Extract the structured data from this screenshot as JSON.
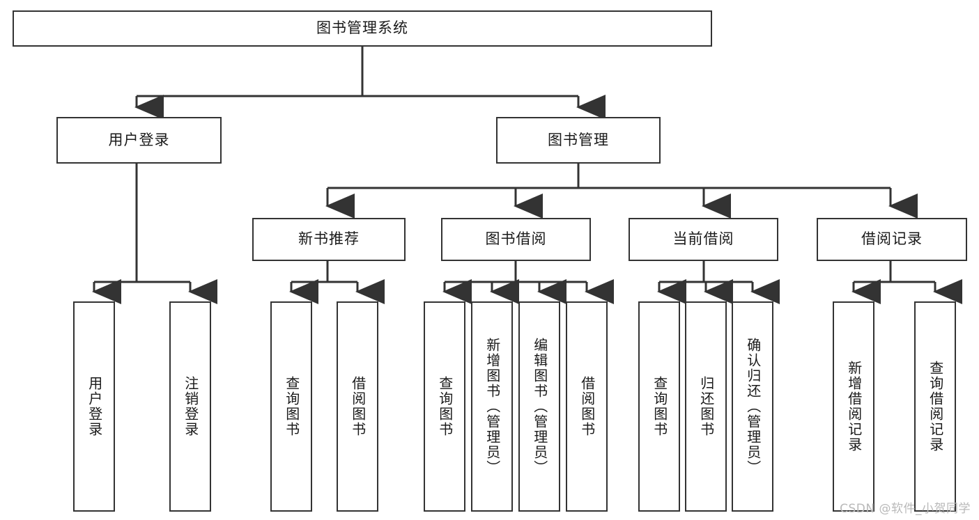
{
  "diagram": {
    "title": "图书管理系统",
    "type": "hierarchy-tree",
    "colors": {
      "box_border": "#333333",
      "box_fill": "#ffffff",
      "connector": "#333333",
      "text": "#1a1a1a",
      "watermark": "#b9b9b9"
    },
    "root": {
      "label": "图书管理系统"
    },
    "level2": [
      {
        "label": "用户登录"
      },
      {
        "label": "图书管理"
      }
    ],
    "level3": [
      {
        "label": "新书推荐"
      },
      {
        "label": "图书借阅"
      },
      {
        "label": "当前借阅"
      },
      {
        "label": "借阅记录"
      }
    ],
    "leaves": {
      "user_login": [
        {
          "label": "用户登录"
        },
        {
          "label": "注销登录"
        }
      ],
      "new_book_recommend": [
        {
          "label": "查询图书"
        },
        {
          "label": "借阅图书"
        }
      ],
      "book_borrow": [
        {
          "label": "查询图书"
        },
        {
          "label": "新增图书（管理员）"
        },
        {
          "label": "编辑图书（管理员）"
        },
        {
          "label": "借阅图书"
        }
      ],
      "current_borrow": [
        {
          "label": "查询图书"
        },
        {
          "label": "归还图书"
        },
        {
          "label": "确认归还（管理员）"
        }
      ],
      "borrow_record": [
        {
          "label": "新增借阅记录"
        },
        {
          "label": "查询借阅记录"
        }
      ]
    }
  },
  "watermark": {
    "text": "CSDN @软件_小贺同学"
  }
}
